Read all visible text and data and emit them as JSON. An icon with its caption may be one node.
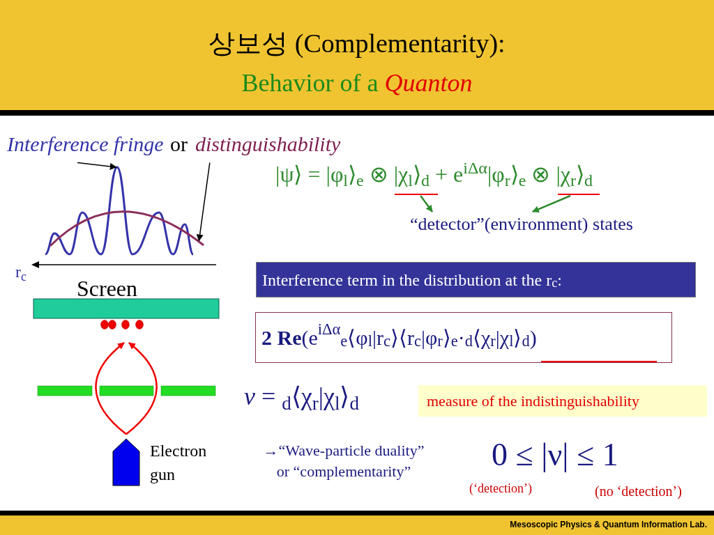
{
  "diagram": {
    "title": "상보성 (Complementarity):",
    "nodes": [
      {
        "text": [
          "Interference fringe"
        ]
      },
      {
        "text": [
          "distinguishability"
        ]
      },
      {
        "text": [],
        "shape": "curve"
      },
      {
        "text": [],
        "shape": "curve"
      },
      {
        "text": [
          "|ψ⟩ = |φ$_{l}$⟩$_{e}$ ⊗ |χ$_{l}$⟩$_{d}$ + e$^{iΔα}$|φ$_{r}$⟩$_{e}$ ⊗ |χ$_{r}$⟩$_{d}$"
        ]
      },
      {
        "text": [],
        "shape": "bar"
      },
      {
        "text": [],
        "shape": "bar"
      },
      {
        "text": [
          "“detector”(environment) states"
        ]
      },
      {
        "text": [
          "Interference term in the distribution at the r$_{c}$:"
        ]
      },
      {
        "text": [
          "**2 Re**(e$^{iΔα}$$_{e}$⟨φ$_{l}$|r$_{c}$⟩⟨r$_{c}$|φ$_{r}$⟩$_{e}$·$_{d}$⟨χ$_{r}$|χ$_{l}$⟩$_{d}$)"
        ]
      },
      {
        "text": [
          "measure of the indistinguishability"
        ]
      },
      {
        "text": [],
        "shape": "pentagon",
        "beside": [
          "Electron gun"
        ]
      }
    ],
    "edges": [
      {
        "from": 0,
        "to": 2,
        "arrow": "to"
      },
      {
        "from": 1,
        "to": 3,
        "arrow": "to"
      },
      {
        "from": 5,
        "to": 7,
        "arrow": "to",
        "color": "#2e8b2e"
      },
      {
        "from": 6,
        "to": 7,
        "arrow": "to",
        "color": "#2e8b2e"
      },
      {
        "from": 11,
        "to": null,
        "arrow": "to",
        "color": "#ee0000"
      },
      {
        "from": 11,
        "to": null,
        "arrow": "to",
        "color": "#ee0000"
      }
    ],
    "labels": [
      "Behavior of  a *Quanton*",
      "or",
      "r$_{c}$",
      "Screen",
      "*ν* = $_{d}$⟨χ$_{r}$|χ$_{l}$⟩$_{d}$",
      "→“Wave-particle duality” or “complementarity”",
      "0 ≤ |ν| ≤ 1",
      "(‘detection’)",
      "(no ‘detection’)",
      "Mesoscopic Physics &  Quantum Information  Lab."
    ]
  }
}
